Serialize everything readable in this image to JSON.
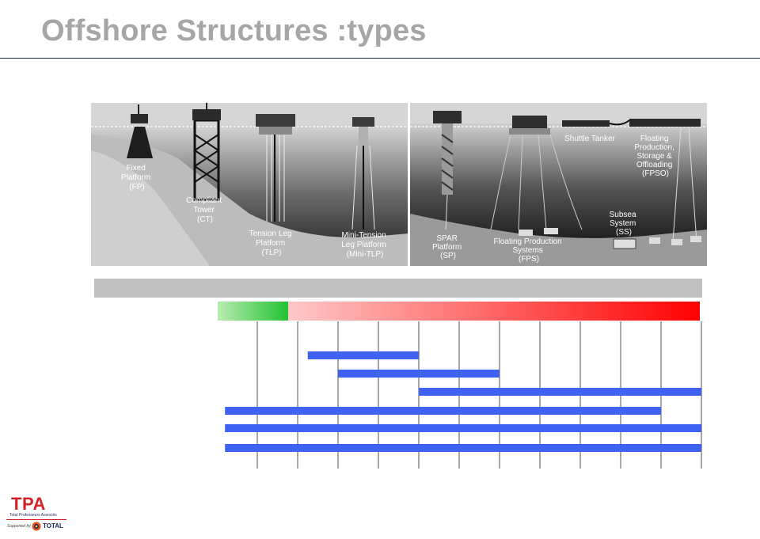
{
  "slide": {
    "title": "Offshore Structures :types"
  },
  "illustration": {
    "labels": {
      "fixed_platform": [
        "Fixed",
        "Platform",
        "(FP)"
      ],
      "compliant_tower": [
        "Compliant",
        "Tower",
        "(CT)"
      ],
      "tension_leg_platform": [
        "Tension Leg",
        "Platform",
        "(TLP)"
      ],
      "mini_tlp": [
        "Mini-Tension",
        "Leg Platform",
        "(Mini-TLP)"
      ],
      "spar": [
        "SPAR",
        "Platform",
        "(SP)"
      ],
      "fps": [
        "Floating Production",
        "Systems",
        "(FPS)"
      ],
      "shuttle_tanker": [
        "Shuttle Tanker"
      ],
      "fpso": [
        "Floating",
        "Production,",
        "Storage &",
        "Offloading",
        "(FPSO)"
      ],
      "subsea": [
        "Subsea",
        "System",
        "(SS)"
      ]
    }
  },
  "depth_chart": {
    "shallow_color": "#22c232",
    "deep_color": "#ff0000",
    "bar_color": "#3f63f0",
    "bars": [
      {
        "start": 1.25,
        "end": 4
      },
      {
        "start": 2,
        "end": 6
      },
      {
        "start": 4,
        "end": 12
      },
      {
        "start": -0.8,
        "end": 10
      },
      {
        "start": -0.8,
        "end": 12
      },
      {
        "start": -0.8,
        "end": 12
      }
    ]
  },
  "logo": {
    "name": "TPA",
    "tagline": "Total Professeurs Associés",
    "supported": "Supported by",
    "partner": "TOTAL"
  }
}
